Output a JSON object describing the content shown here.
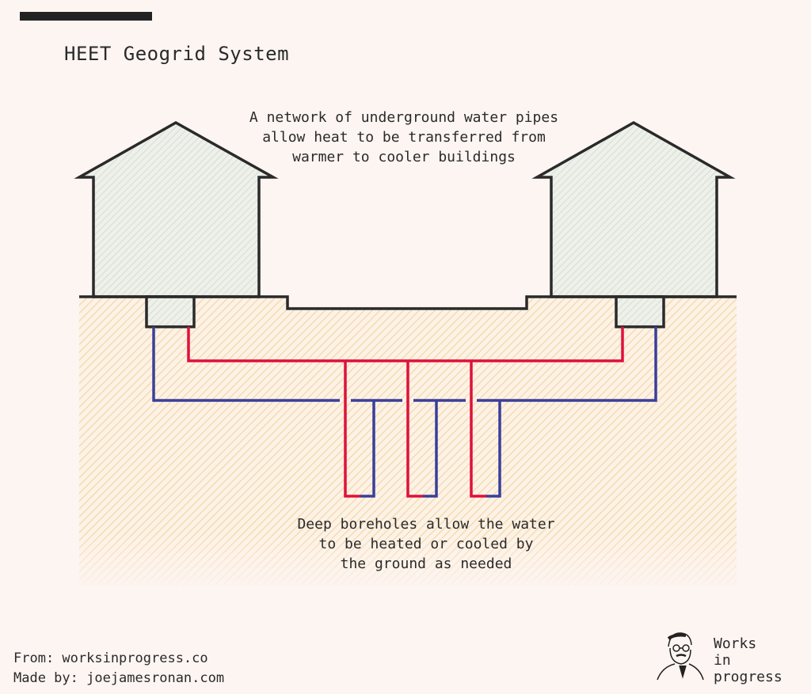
{
  "title": "HEET Geogrid System",
  "captions": {
    "top": "A network of underground water pipes\nallow heat to be transferred from\nwarmer to cooler buildings",
    "bottom": "Deep boreholes allow the water\nto be heated or cooled by\nthe ground as needed"
  },
  "footer": {
    "from": "From: worksinprogress.co",
    "made_by": "Made by: joejamesronan.com"
  },
  "brand": {
    "line1": "Works",
    "line2": "in",
    "line3": "progress"
  },
  "colors": {
    "background": "#fdf5f2",
    "hot_pipe": "#e0103a",
    "cold_pipe": "#3a3f9a",
    "outline": "#2a2a2a",
    "ground": "#f5d9a8",
    "building": "#c9d3c9"
  }
}
